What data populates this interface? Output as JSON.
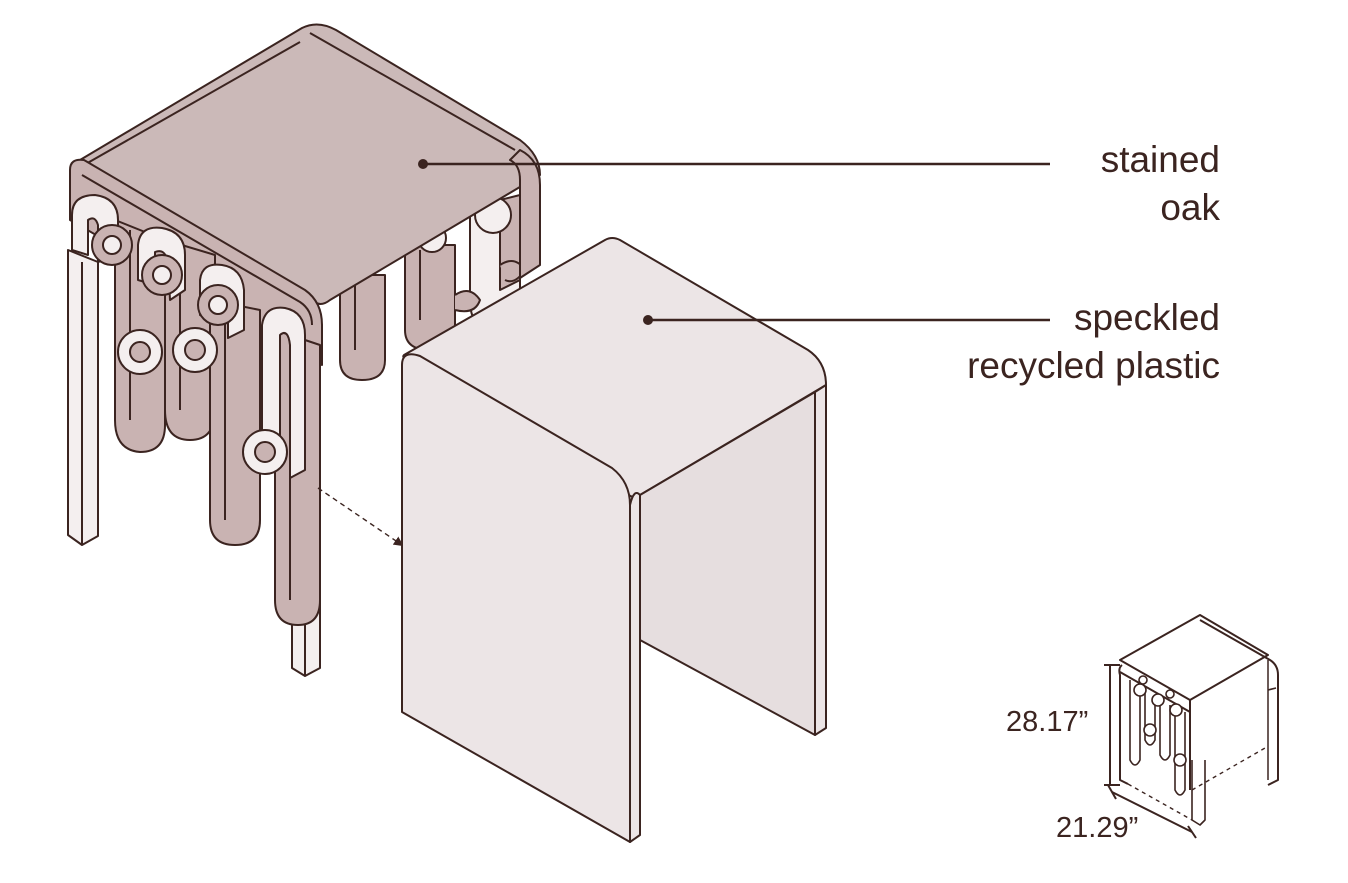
{
  "callouts": {
    "top": {
      "line1": "stained",
      "line2": "oak"
    },
    "insert": {
      "line1": "speckled",
      "line2": "recycled plastic"
    }
  },
  "dimensions": {
    "height": "28.17”",
    "width": "21.29”"
  },
  "colors": {
    "stroke": "#3b2420",
    "oak_top": "#cbb9b8",
    "oak_loop": "#c9b3b2",
    "light_loop": "#f4efef",
    "plastic": "#ece5e6",
    "plastic_shadow": "#e6dedf"
  }
}
